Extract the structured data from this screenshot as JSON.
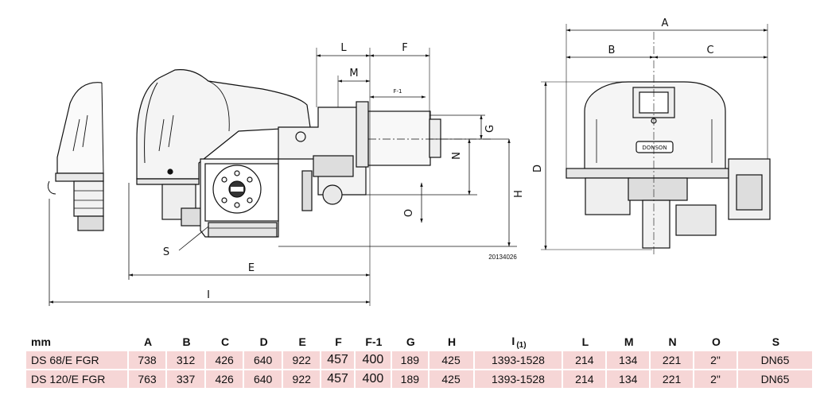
{
  "drawing": {
    "dimension_letters": {
      "A": "A",
      "B": "B",
      "C": "C",
      "D": "D",
      "E": "E",
      "F": "F",
      "F1": "F-1",
      "G": "G",
      "H": "H",
      "I": "I",
      "L": "L",
      "M": "M",
      "N": "N",
      "O": "O",
      "S": "S"
    },
    "drawing_code": "20134026",
    "logo_text": "DONSON"
  },
  "table": {
    "unit_header": "mm",
    "headers": [
      "A",
      "B",
      "C",
      "D",
      "E",
      "F",
      "F-1",
      "G",
      "H",
      "I",
      "L",
      "M",
      "N",
      "O",
      "S"
    ],
    "header_I_sub": "(1)",
    "rows": [
      {
        "model": "DS 68/E FGR",
        "values": [
          "738",
          "312",
          "426",
          "640",
          "922",
          "457",
          "400",
          "189",
          "425",
          "1393-1528",
          "214",
          "134",
          "221",
          "2\"",
          "DN65"
        ]
      },
      {
        "model": "DS 120/E FGR",
        "values": [
          "763",
          "337",
          "426",
          "640",
          "922",
          "457",
          "400",
          "189",
          "425",
          "1393-1528",
          "214",
          "134",
          "221",
          "2\"",
          "DN65"
        ]
      }
    ]
  }
}
